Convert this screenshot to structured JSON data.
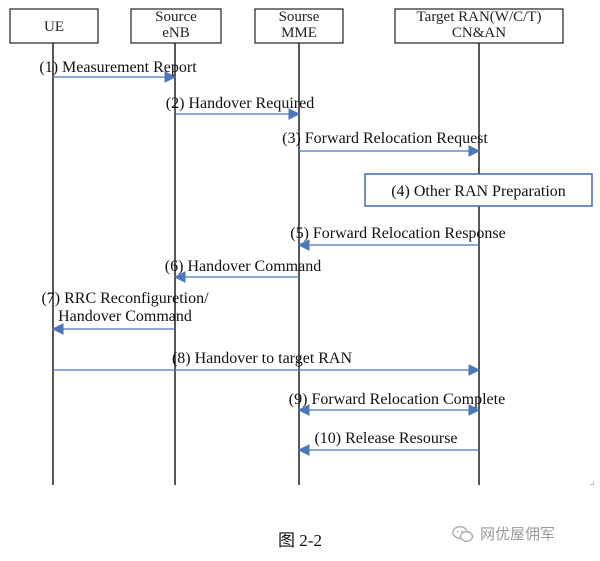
{
  "entities": [
    {
      "id": "ue",
      "lines": [
        "UE"
      ]
    },
    {
      "id": "enb",
      "lines": [
        "Source",
        "eNB"
      ]
    },
    {
      "id": "mme",
      "lines": [
        "Sourse",
        "MME"
      ]
    },
    {
      "id": "target",
      "lines": [
        "Target RAN(W/C/T)",
        "CN&AN"
      ]
    }
  ],
  "messages": [
    {
      "lines": [
        "(1) Measurement Report"
      ],
      "from": "ue",
      "to": "enb",
      "double": false
    },
    {
      "lines": [
        "(2) Handover Required"
      ],
      "from": "enb",
      "to": "mme",
      "double": false
    },
    {
      "lines": [
        "(3) Forward Relocation Request"
      ],
      "from": "mme",
      "to": "target",
      "double": false
    },
    {
      "lines": [
        "(5) Forward Relocation Response"
      ],
      "from": "target",
      "to": "mme",
      "double": false
    },
    {
      "lines": [
        "(6) Handover Command"
      ],
      "from": "mme",
      "to": "enb",
      "double": false
    },
    {
      "lines": [
        "(7) RRC Reconfiguretion/",
        "Handover Command"
      ],
      "from": "enb",
      "to": "ue",
      "double": false
    },
    {
      "lines": [
        "(8) Handover to target RAN"
      ],
      "from": "ue",
      "to": "target",
      "double": false
    },
    {
      "lines": [
        "(9) Forward Relocation Complete"
      ],
      "from": "mme",
      "to": "target",
      "double": true
    },
    {
      "lines": [
        "(10) Release Resourse"
      ],
      "from": "target",
      "to": "mme",
      "double": false
    }
  ],
  "note": {
    "text": "(4) Other RAN Preparation"
  },
  "caption": "图 2-2",
  "watermark": {
    "text": "网优屋佣军",
    "icon": "wechat-icon"
  },
  "colors": {
    "arrow": "#4a78b8",
    "note_border": "#3a5fa8",
    "text": "#111111"
  }
}
